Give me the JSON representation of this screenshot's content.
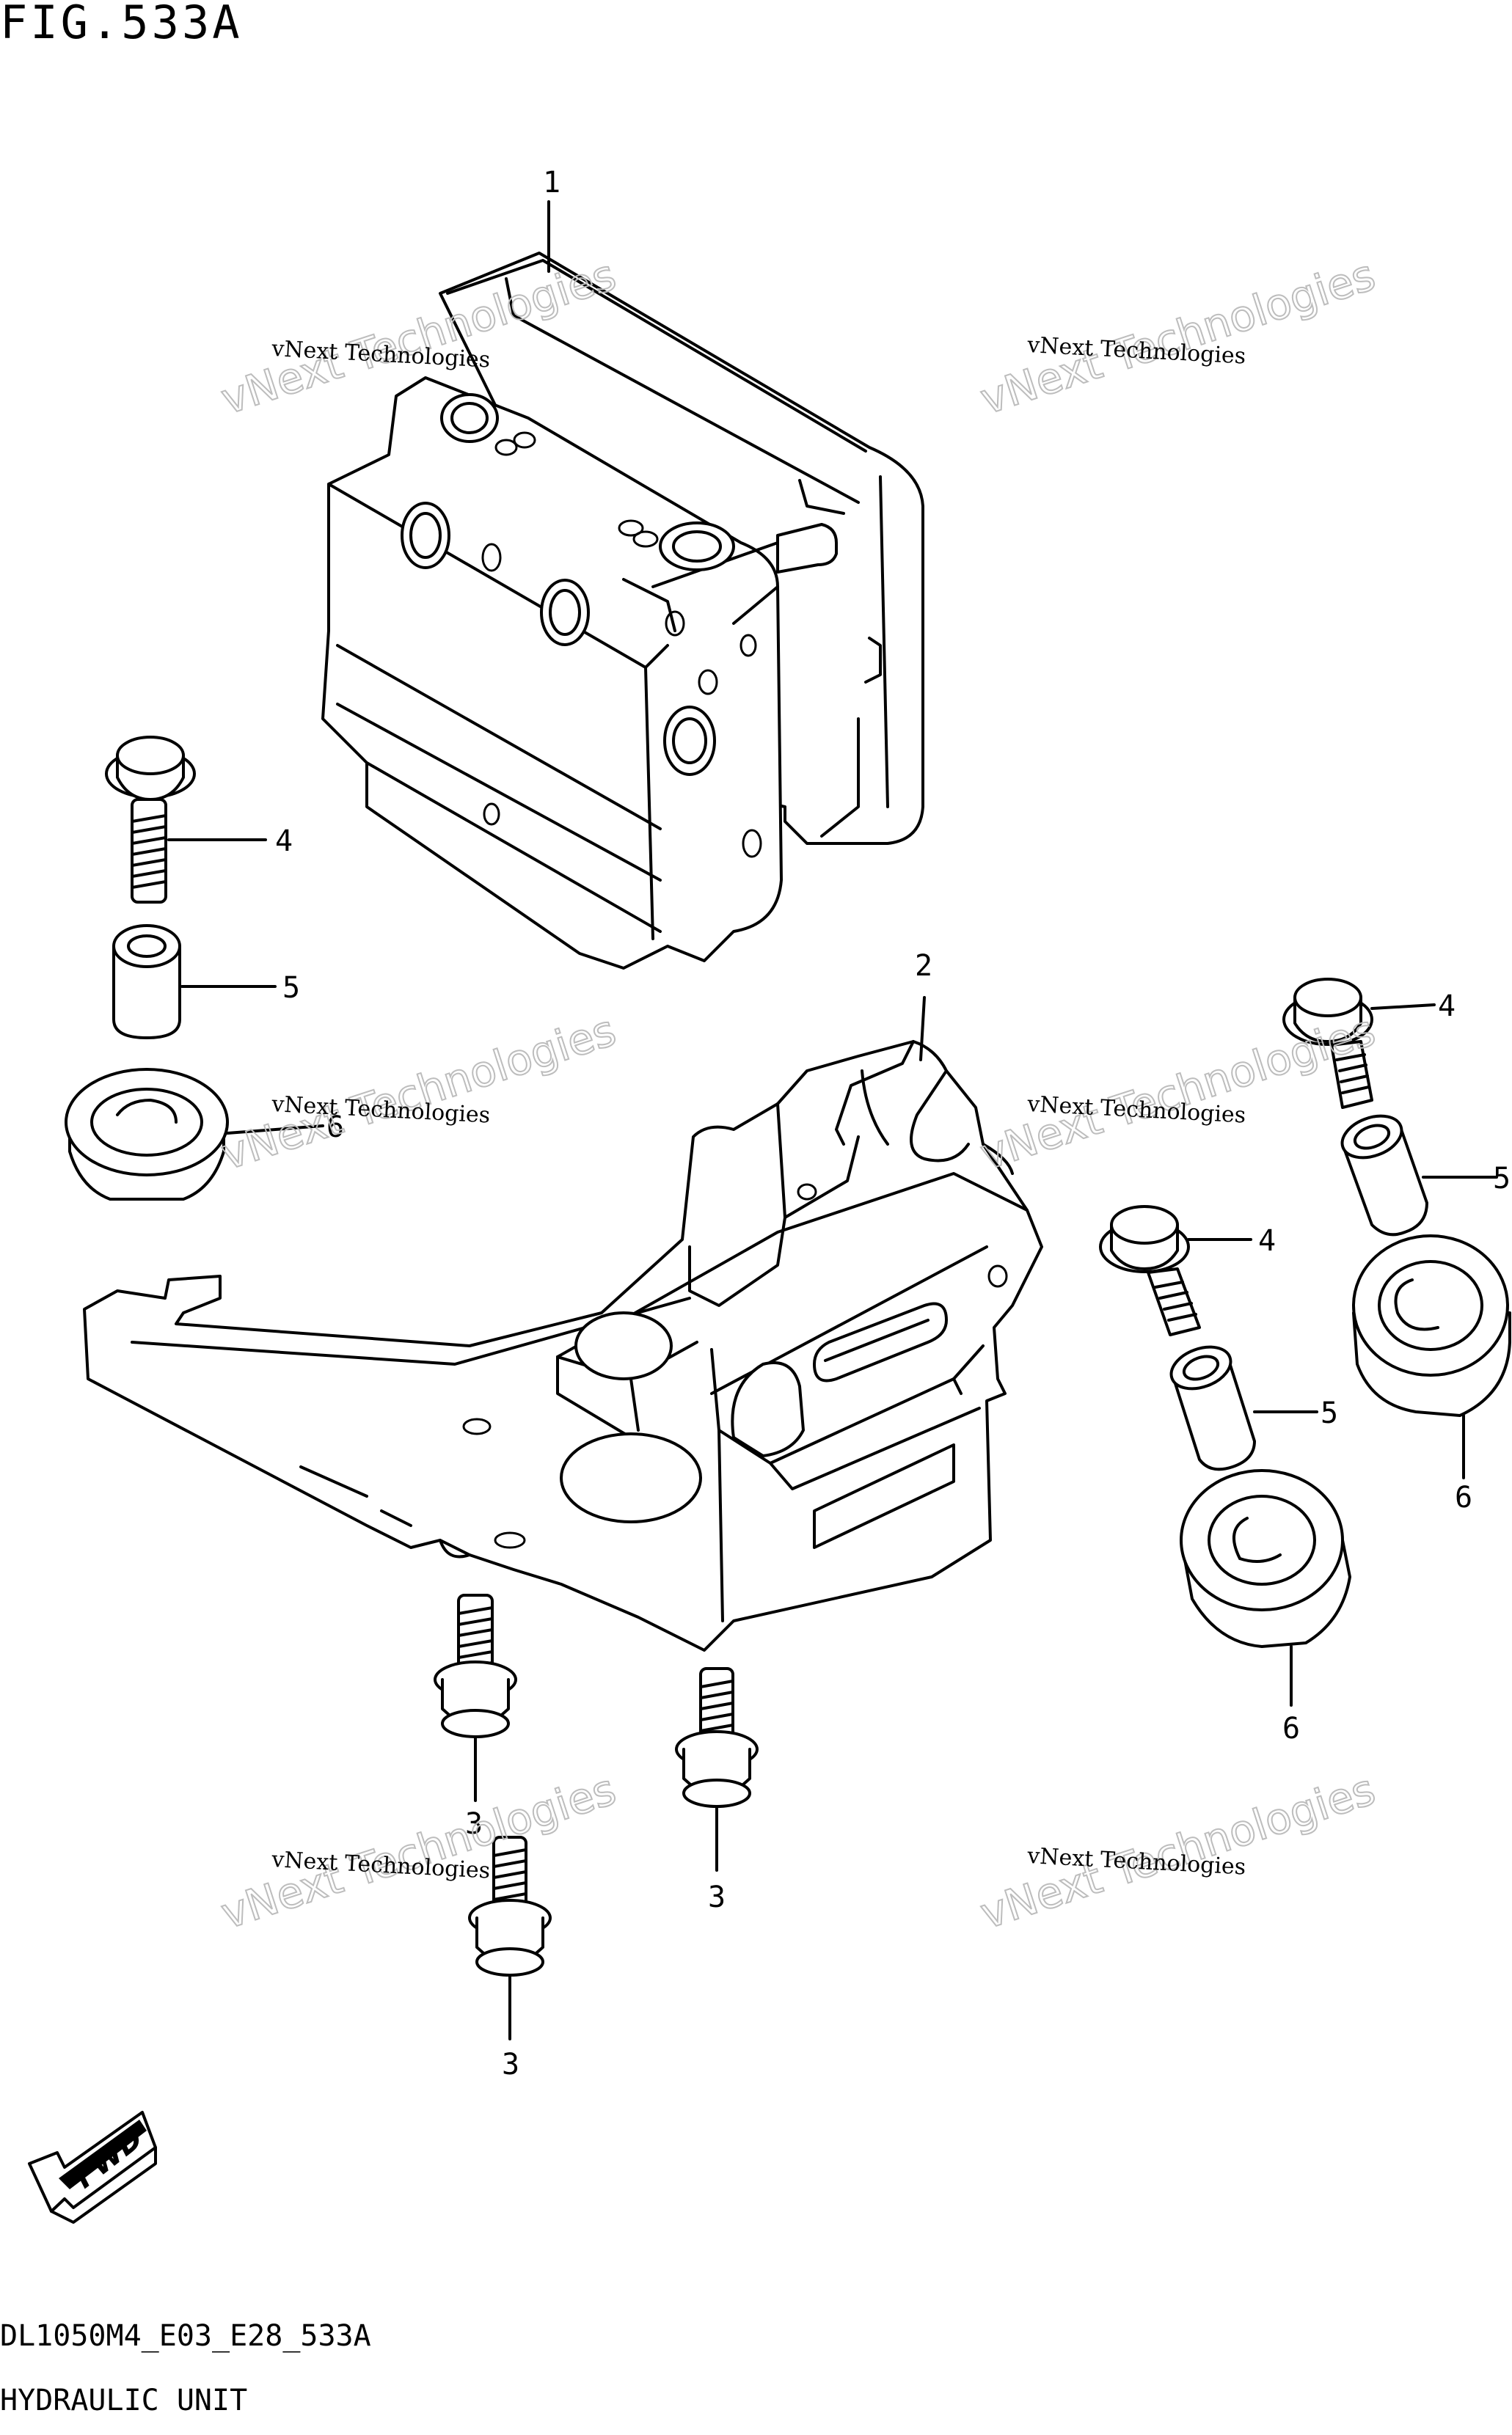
{
  "figure": {
    "title": "FIG.533A",
    "model_code": "DL1050M4_E03_E28_533A",
    "name": "HYDRAULIC UNIT"
  },
  "callouts": [
    "1",
    "2",
    "3",
    "3",
    "3",
    "4",
    "4",
    "4",
    "5",
    "5",
    "5",
    "6",
    "6",
    "6"
  ],
  "watermark": {
    "line1": "vNext Technologies",
    "line2": "vNext Technologies"
  },
  "direction_label": "FWD"
}
